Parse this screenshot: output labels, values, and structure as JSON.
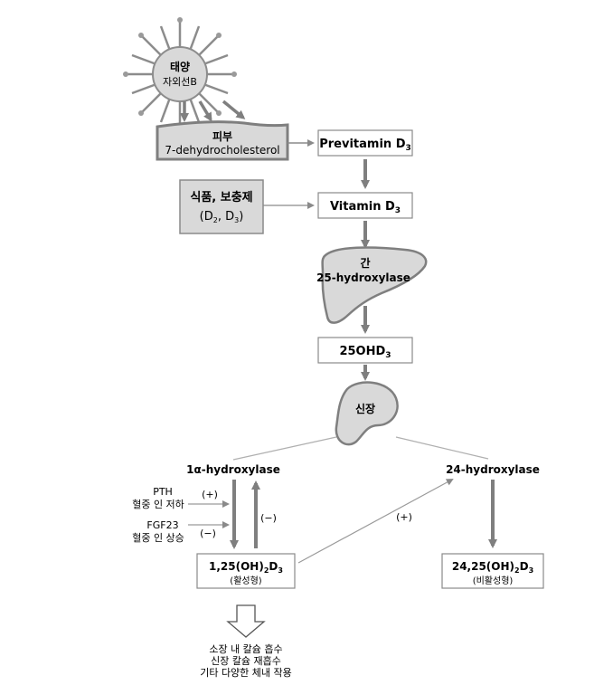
{
  "sun": {
    "title": "태양",
    "subtitle": "자외선B"
  },
  "skin": {
    "title": "피부",
    "subtitle": "7-dehydrocholesterol"
  },
  "previtamin": {
    "label": "Previtamin D",
    "sub": "3"
  },
  "food": {
    "title": "식품, 보충제",
    "detail_prefix": "(D",
    "detail_sub1": "2",
    "detail_mid": ", D",
    "detail_sub2": "3",
    "detail_suffix": ")"
  },
  "vitamin": {
    "label": "Vitamin D",
    "sub": "3"
  },
  "liver": {
    "title": "간",
    "enzyme": "25-hydroxylase"
  },
  "ohd": {
    "label": "25OHD",
    "sub": "3"
  },
  "kidney": {
    "title": "신장"
  },
  "alpha": {
    "label": "1α-hydroxylase"
  },
  "hydrox24": {
    "label": "24-hydroxylase"
  },
  "pth": {
    "line1": "PTH",
    "line2": "혈중 인 저하",
    "sign": "(+)"
  },
  "fgf": {
    "line1": "FGF23",
    "line2": "혈중 인 상승",
    "sign": "(−)"
  },
  "feedback": {
    "sign": "(−)"
  },
  "stim24": {
    "sign": "(+)"
  },
  "active": {
    "label_pre": "1,25(OH)",
    "sub1": "2",
    "label_mid": "D",
    "sub2": "3",
    "note": "(활성형)"
  },
  "inactive": {
    "label_pre": "24,25(OH)",
    "sub1": "2",
    "label_mid": "D",
    "sub2": "3",
    "note": "(비활성형)"
  },
  "effects": {
    "line1": "소장 내 칼슘 흡수",
    "line2": "신장 칼슘 재흡수",
    "line3": "기타 다양한 체내 작용"
  },
  "colors": {
    "fill": "#d9d9d9",
    "stroke": "#7f7f7f",
    "arrow": "#808080",
    "thin": "#a0a0a0"
  }
}
